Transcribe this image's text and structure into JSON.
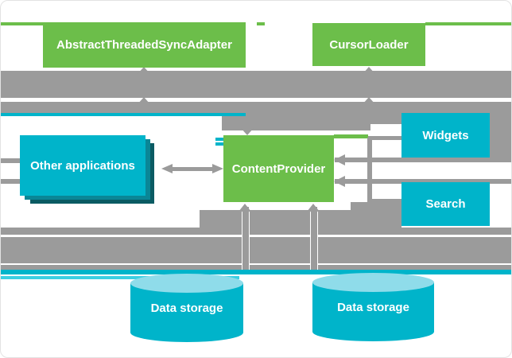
{
  "diagram": {
    "description": "Android ContentProvider architecture diagram",
    "nodes": {
      "sync_adapter": {
        "label": "AbstractThreadedSyncAdapter"
      },
      "cursor_loader": {
        "label": "CursorLoader"
      },
      "content_provider": {
        "label": "ContentProvider"
      },
      "other_applications": {
        "label": "Other applications"
      },
      "widgets": {
        "label": "Widgets"
      },
      "search": {
        "label": "Search"
      },
      "data_storage_left": {
        "label": "Data storage"
      },
      "data_storage_right": {
        "label": "Data storage"
      }
    },
    "edges": [
      {
        "from": "content_provider",
        "to": "sync_adapter",
        "style": "thick-gray-band",
        "arrowhead": "up"
      },
      {
        "from": "content_provider",
        "to": "cursor_loader",
        "style": "thick-gray-band",
        "arrowhead": "up"
      },
      {
        "from": "top-band",
        "to": "content_provider",
        "style": "thick-gray-column",
        "arrowhead": "down"
      },
      {
        "from": "other_applications",
        "to": "content_provider",
        "style": "line",
        "arrowhead": "both"
      },
      {
        "from": "widgets",
        "to": "content_provider",
        "style": "elbow-line",
        "arrowhead": "left"
      },
      {
        "from": "search",
        "to": "content_provider",
        "style": "elbow-line",
        "arrowhead": "left"
      },
      {
        "from": "data-storage-band",
        "to": "content_provider",
        "style": "vertical-line",
        "arrowhead": "up",
        "count": 2
      }
    ],
    "colors": {
      "green": "#6CBE4A",
      "cyan": "#00B4CA",
      "cyan_bright": "#3CCFE2",
      "cyan_light": "#8FDCEA",
      "teal_mid": "#0A8696",
      "teal_dark": "#0B5B63",
      "gray": "#9B9B9B",
      "text": "#FFFFFF",
      "background": "#FFFFFF"
    }
  }
}
